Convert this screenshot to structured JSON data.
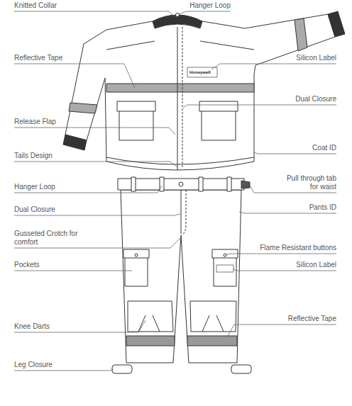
{
  "diagram": {
    "labels": [
      "Knitted Collar",
      "Hanger Loop",
      "Reflective Tape",
      "Silicon Label",
      "Release Flap",
      "Dual Closure",
      "Tails Design",
      "Coat ID",
      "Honeywell",
      "Hanger Loop",
      "Pull through tab for waist",
      "Dual Closure",
      "Pants ID",
      "Gusseted Crotch for comfort",
      "Flame Resistant buttons",
      "Pockets",
      "Silicon Label",
      "Knee Darts",
      "Reflective Tape",
      "Leg Closure"
    ]
  }
}
